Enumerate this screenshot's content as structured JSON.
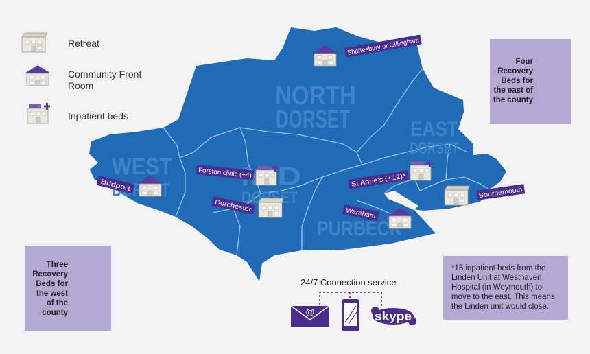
{
  "legend": {
    "retreat": "Retreat",
    "community_front_room_1": "Community Front",
    "community_front_room_2": "Room",
    "inpatient_beds": "Inpatient beds"
  },
  "regions": {
    "north_dorset_1": "NORTH",
    "north_dorset_2": "DORSET",
    "east_dorset_1": "EAST",
    "east_dorset_2": "DORSET",
    "west_dorset_1": "WEST",
    "west_dorset_2": "DORSET",
    "mid_dorset_1": "MID",
    "mid_dorset_2": "DORSET",
    "purbeck": "PURBECK"
  },
  "locations": {
    "shaftesbury": "Shaftesbury or Gillingham",
    "forston": "Forston clinic (+4)",
    "bridport": "Bridport",
    "dorchester": "Dorchester",
    "st_annes": "St Anne’s (+12)*",
    "wareham": "Wareham",
    "bournemouth": "Bournemouth"
  },
  "east_box_text": "Four\nRecovery\nBeds for\nthe east of\nthe county",
  "west_box_text": "Three\nRecovery\nBeds for\nthe west\nof the\ncounty",
  "note_text": "*15 inpatient beds from the\nLinden Unit at Westhaven\nHospital (in Weymouth) to\nmove to the east. This means\nthe Linden unit would close.",
  "connection_service": "24/7 Connection service",
  "skype_text": "skype",
  "email_symbol": "@",
  "colors": {
    "map_blue": "#1f6bb5",
    "region_text": "#3f84c8",
    "purple": "#4b2c8f",
    "box_lilac": "#b4a9d3"
  },
  "icons": [
    "retreat-building-icon",
    "community-front-room-icon",
    "inpatient-beds-icon",
    "bed-icon",
    "email-icon",
    "phone-icon",
    "skype-icon"
  ]
}
